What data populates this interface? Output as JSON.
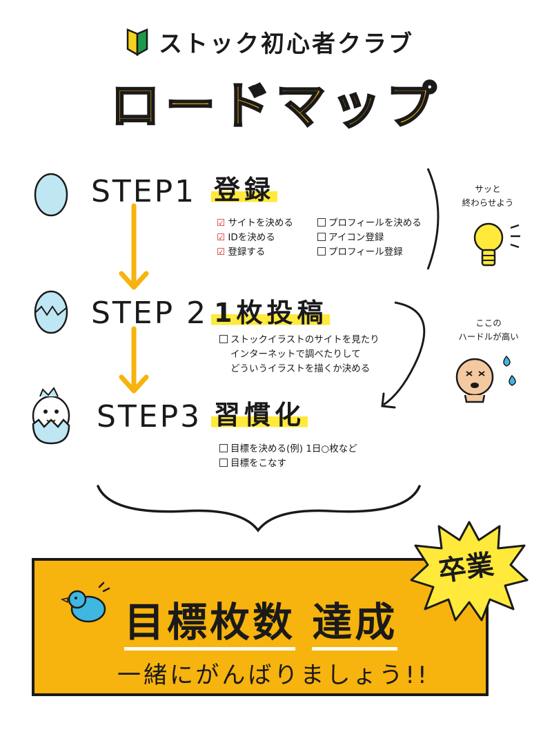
{
  "header": {
    "club_name": "ストック初心者クラブ",
    "title": "ロードマップ"
  },
  "steps": [
    {
      "label": "STEP1",
      "title": "登録",
      "tasks_left": [
        "サイトを決める",
        "IDを決める",
        "登録する"
      ],
      "tasks_right": [
        "プロフィールを決める",
        "アイコン登録",
        "プロフィール登録"
      ]
    },
    {
      "label": "STEP 2",
      "title": "1枚投稿",
      "tasks": [
        "ストックイラストのサイトを見たり",
        "インターネットで調べたりして",
        "どういうイラストを描くか決める"
      ]
    },
    {
      "label": "STEP3",
      "title": "習慣化",
      "tasks": [
        "目標を決める(例) 1日○枚など",
        "目標をこなす"
      ]
    }
  ],
  "notes": {
    "note1": [
      "サッと",
      "終わらせよう"
    ],
    "note2": [
      "ここの",
      "ハードルが高い"
    ]
  },
  "banner": {
    "goal_part1": "目標枚数",
    "goal_part2": "達成",
    "cheer": "一緒にがんばりましょう!!",
    "graduation": "卒業"
  },
  "colors": {
    "accent_orange": "#f7b30e",
    "highlight_yellow": "#ffe93b",
    "egg_blue": "#bfe6f3",
    "check_red": "#d82222"
  },
  "icons": [
    "beginner-mark-icon",
    "egg-icon",
    "cracked-egg-icon",
    "hatching-chick-icon",
    "lightbulb-icon",
    "sweating-face-icon",
    "bird-icon",
    "arrow-down-icon",
    "curved-arrow-icon",
    "brace-icon",
    "burst-icon"
  ]
}
